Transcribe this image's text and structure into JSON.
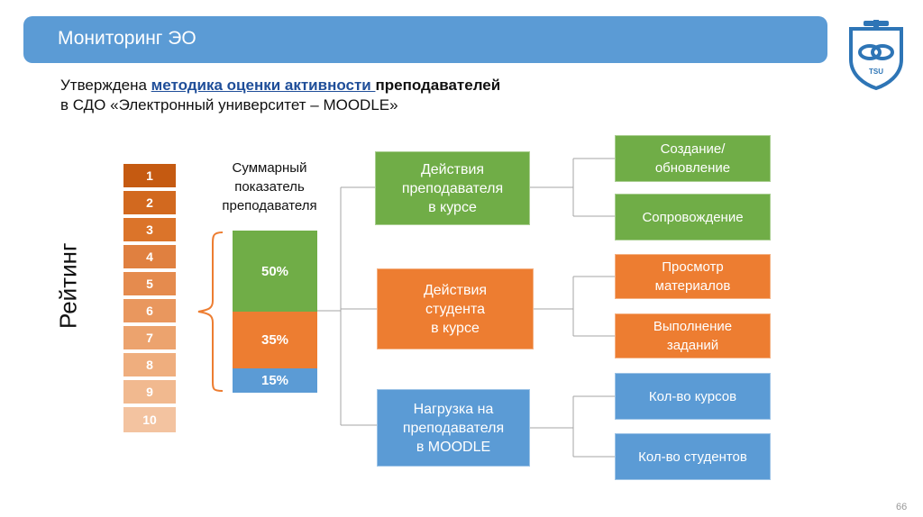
{
  "header": {
    "title": "Мониторинг ЭО"
  },
  "logo": {
    "text": "TSU"
  },
  "intro": {
    "part1": "Утверждена ",
    "link": "методика оценки активности ",
    "part2": "преподавателей",
    "line2": "в СДО «Электронный университет – MOODLE»"
  },
  "rating": {
    "label": "Рейтинг",
    "ranks": [
      "1",
      "2",
      "3",
      "4",
      "5",
      "6",
      "7",
      "8",
      "9",
      "10"
    ]
  },
  "summary": {
    "label_line1": "Суммарный",
    "label_line2": "показатель",
    "label_line3": "преподавателя",
    "segments": [
      {
        "label": "50%",
        "value": 50,
        "color": "#70ad47"
      },
      {
        "label": "35%",
        "value": 35,
        "color": "#ed7d31"
      },
      {
        "label": "15%",
        "value": 15,
        "color": "#5b9bd5"
      }
    ]
  },
  "categories": [
    {
      "line1": "Действия",
      "line2": "преподавателя",
      "line3": "в курсе",
      "children": [
        {
          "line1": "Создание/",
          "line2": "обновление"
        },
        {
          "line1": "Сопровождение"
        }
      ]
    },
    {
      "line1": "Действия",
      "line2": "студента",
      "line3": "в курсе",
      "children": [
        {
          "line1": "Просмотр",
          "line2": "материалов"
        },
        {
          "line1": "Выполнение",
          "line2": "заданий"
        }
      ]
    },
    {
      "line1": "Нагрузка на",
      "line2": "преподавателя",
      "line3": "в MOODLE",
      "children": [
        {
          "line1": "Кол-во курсов"
        },
        {
          "line1": "Кол-во студентов"
        }
      ]
    }
  ],
  "colors": {
    "green": "#70ad47",
    "orange": "#ed7d31",
    "blue": "#5b9bd5"
  },
  "page_number": "66"
}
